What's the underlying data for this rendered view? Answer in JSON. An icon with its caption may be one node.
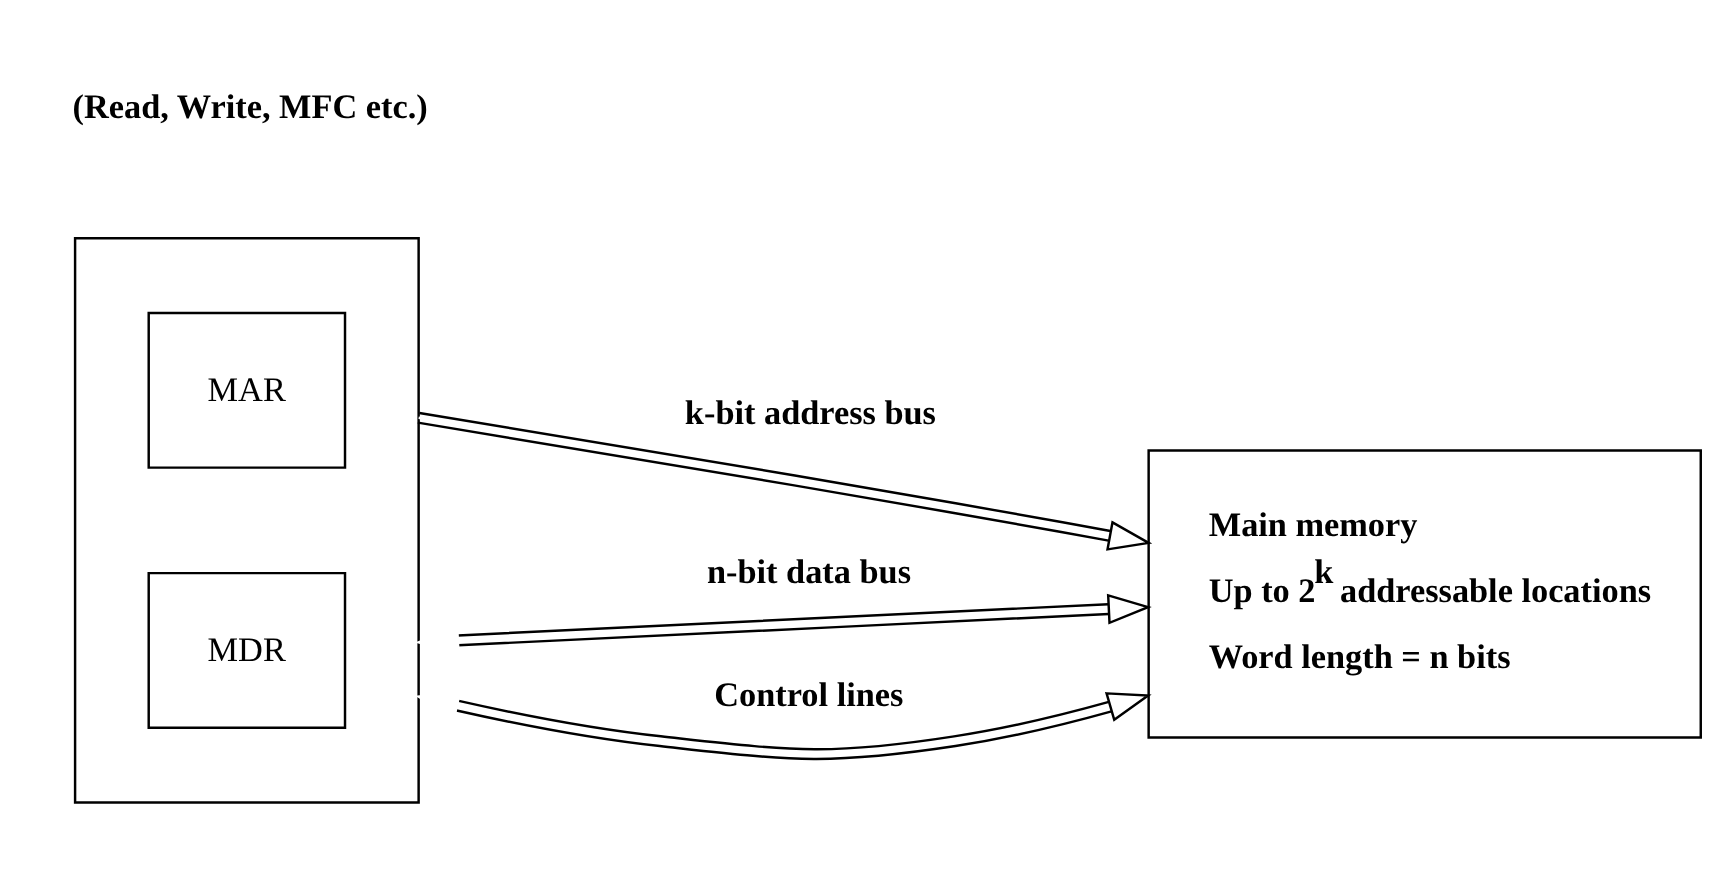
{
  "diagram": {
    "nodes": [
      {
        "text": [],
        "shape": "box"
      },
      {
        "text": [
          "MAR"
        ],
        "in": 0
      },
      {
        "text": [
          "MDR"
        ],
        "in": 0
      },
      {
        "text": [
          "Main memory",
          "Up to 2$^{k}$ addressable locations",
          "Word length = n bits"
        ]
      }
    ],
    "edges": [
      {
        "from": 0,
        "to": 3,
        "arrow": "to",
        "label": "k-bit address bus"
      },
      {
        "from": 0,
        "to": 3,
        "arrow": "both",
        "label": "n-bit data bus"
      },
      {
        "from": 0,
        "to": 3,
        "arrow": "both",
        "label": "Control lines"
      }
    ],
    "labels": [
      "(Read, Write, MFC etc.)"
    ]
  }
}
